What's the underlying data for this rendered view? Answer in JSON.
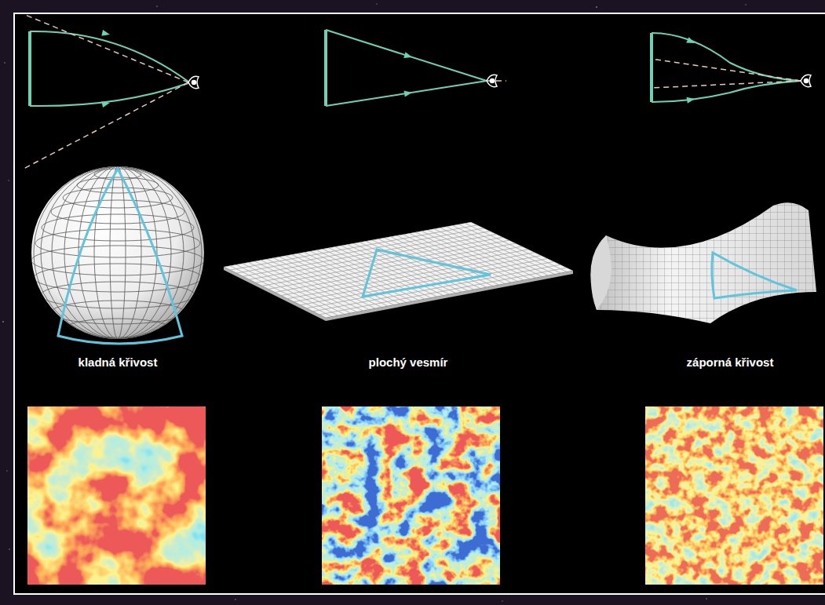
{
  "diagram": {
    "labels": [
      "kladná křivost",
      "plochý vesmír",
      "záporná křivost"
    ]
  }
}
